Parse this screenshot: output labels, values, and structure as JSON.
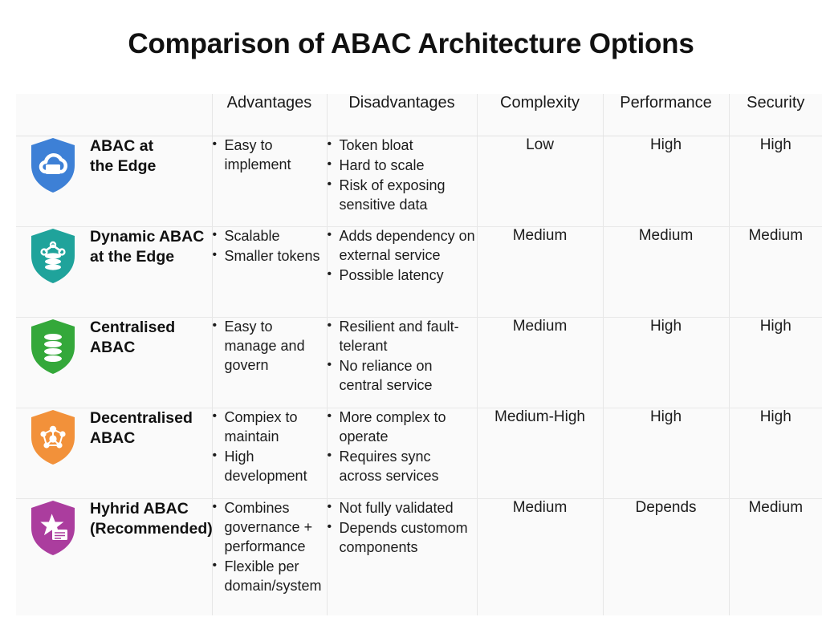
{
  "title": "Comparison of ABAC Architecture Options",
  "table": {
    "headers": {
      "icon": "",
      "option": "",
      "advantages": "Advantages",
      "disadvantages": "Disadvantages",
      "complexity": "Complexity",
      "performance": "Performance",
      "security": "Security"
    },
    "rows": [
      {
        "icon": "shield-cloud-icon",
        "color": "#3d80d6",
        "name": "ABAC at\nthe Edge",
        "name_lines": [
          "ABAC at",
          "the Edge"
        ],
        "advantages": [
          "Easy to implement"
        ],
        "disadvantages": [
          "Token bloat",
          "Hard to scale",
          "Risk of exposing sensitive data"
        ],
        "complexity": "Low",
        "performance": "High",
        "security": "High"
      },
      {
        "icon": "shield-network-database-icon",
        "color": "#1fa39b",
        "name": "Dynamic ABAC\nat the Edge",
        "name_lines": [
          "Dynamic ABAC",
          "at the Edge"
        ],
        "advantages": [
          "Scalable",
          "Smaller tokens"
        ],
        "disadvantages": [
          "Adds dependency on external service",
          "Possible latency"
        ],
        "complexity": "Medium",
        "performance": "Medium",
        "security": "Medium"
      },
      {
        "icon": "shield-database-icon",
        "color": "#34a83a",
        "name": "Centralised\nABAC",
        "name_lines": [
          "Centralised",
          "ABAC"
        ],
        "advantages": [
          "Easy to manage and govern"
        ],
        "disadvantages": [
          "Resilient and fault-telerant",
          "No reliance on central service"
        ],
        "complexity": "Medium",
        "performance": "High",
        "security": "High"
      },
      {
        "icon": "shield-distributed-nodes-icon",
        "color": "#f2913a",
        "name": "Decentralised\nABAC",
        "name_lines": [
          "Decentralised",
          "ABAC"
        ],
        "advantages": [
          "Compiex to maintain",
          "High development"
        ],
        "disadvantages": [
          "More complex to operate",
          "Requires sync across services"
        ],
        "complexity": "Medium-High",
        "performance": "High",
        "security": "High"
      },
      {
        "icon": "shield-star-document-icon",
        "color": "#ab3d9e",
        "name": "Hyhrid ABAC\n(Recommended)",
        "name_lines": [
          "Hyhrid ABAC",
          "(Recommended)"
        ],
        "advantages": [
          "Combines governance + performance",
          "Flexible per domain/system"
        ],
        "disadvantages": [
          "Not fully validated",
          "Depends customom components"
        ],
        "complexity": "Medium",
        "performance": "Depends",
        "security": "Medium"
      }
    ]
  },
  "colors": {
    "background": "#ffffff",
    "cell_background": "#fafafa",
    "grid_line": "#e6e6e6",
    "text": "#1c1c1c"
  }
}
